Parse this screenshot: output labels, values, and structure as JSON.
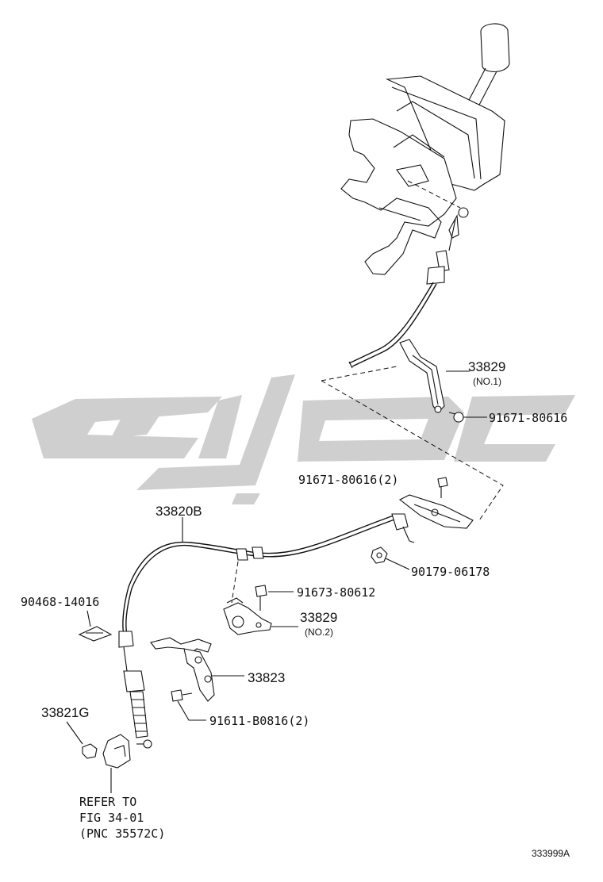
{
  "labels": {
    "p_33829_no1": "33829",
    "p_33829_no1_sub": "(NO.1)",
    "p_91671_a": "91671-80616",
    "p_91671_b": "91671-80616(2)",
    "p_33820b": "33820B",
    "p_90179": "90179-06178",
    "p_91673": "91673-80612",
    "p_90468": "90468-14016",
    "p_33829_no2": "33829",
    "p_33829_no2_sub": "(NO.2)",
    "p_33823": "33823",
    "p_33821g": "33821G",
    "p_91611": "91611-B0816(2)",
    "refer_line1": "REFER TO",
    "refer_line2": "FIG 34-01",
    "refer_line3": "(PNC 35572C)",
    "figure_code": "333999A"
  },
  "colors": {
    "ink": "#111111",
    "watermark": "#cfcfcf",
    "background": "#ffffff"
  }
}
